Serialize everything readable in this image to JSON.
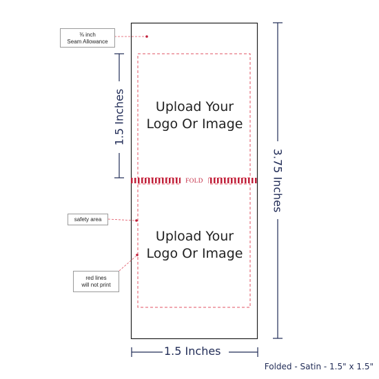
{
  "product_title": "Folded - Satin - 1.5\" x 1.5\"",
  "upload_top": {
    "line1": "Upload Your",
    "line2": "Logo Or Image"
  },
  "upload_bottom": {
    "line1": "Upload Your",
    "line2": "Logo Or Image"
  },
  "fold_label": "FOLD",
  "callouts": {
    "seam": {
      "line1": "⅜ inch",
      "line2": "Seam Allowance"
    },
    "safety": {
      "line1": "safety area"
    },
    "red_lines": {
      "line1": "red lines",
      "line2": "will not print"
    }
  },
  "dimensions": {
    "width": "1.5 Inches",
    "height_total": "3.75 Inches",
    "height_half": "1.5 Inches"
  },
  "colors": {
    "dimension": "#1f2a55",
    "safety_line": "#e05060",
    "fold_stripe": "#c0203a",
    "label_outline": "#1f1f1f"
  }
}
